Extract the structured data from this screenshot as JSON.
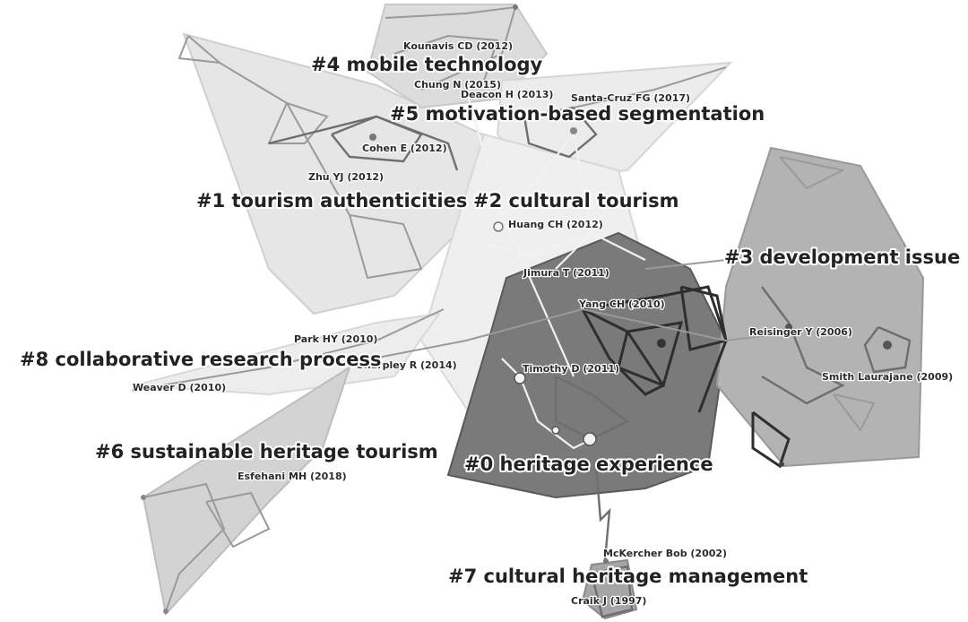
{
  "clusters": [
    {
      "id": "0",
      "label": "#0 heritage experience",
      "color": "#777777"
    },
    {
      "id": "1",
      "label": "#1 tourism authenticities",
      "color": "#e6e6e6"
    },
    {
      "id": "2",
      "label": "#2 cultural tourism",
      "color": "#ececec"
    },
    {
      "id": "3",
      "label": "#3 development issue",
      "color": "#b5b5b5"
    },
    {
      "id": "4",
      "label": "#4 mobile technology",
      "color": "#dedede"
    },
    {
      "id": "5",
      "label": "#5 motivation-based segmentation",
      "color": "#d4d4d4"
    },
    {
      "id": "6",
      "label": "#6 sustainable heritage tourism",
      "color": "#cfcfcf"
    },
    {
      "id": "7",
      "label": "#7 cultural heritage management",
      "color": "#a8a8a8"
    },
    {
      "id": "8",
      "label": "#8 collaborative research process",
      "color": "#e8e8e8"
    }
  ],
  "authors": [
    "Kounavis CD (2012)",
    "Chung N (2015)",
    "Deacon H (2013)",
    "Santa-Cruz FG (2017)",
    "Cohen E (2012)",
    "Zhu YJ (2012)",
    "Huang CH (2012)",
    "Jimura T (2011)",
    "Yang CH (2010)",
    "Reisinger Y (2006)",
    "Smith Laurajane (2009)",
    "Timothy D (2011)",
    "Park HY (2010)",
    "Sharpley R (2014)",
    "Weaver D (2010)",
    "Esfehani MH (2018)",
    "McKercher Bob (2002)",
    "Craik J (1997)"
  ]
}
